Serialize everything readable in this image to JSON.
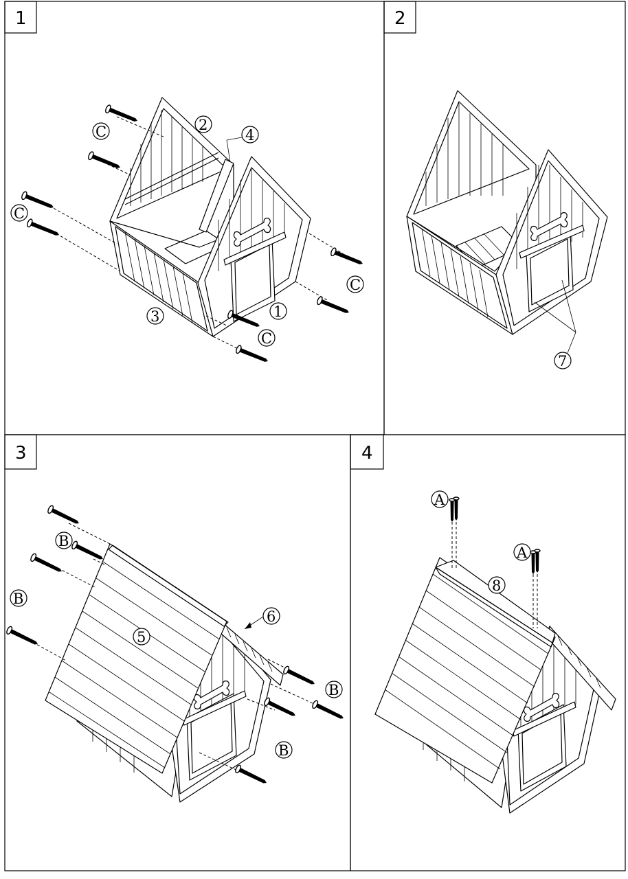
{
  "steps": [
    {
      "number": "1",
      "labels": {
        "part1": "1",
        "part2": "2",
        "part3": "3",
        "part4": "4",
        "screw_c": "C"
      }
    },
    {
      "number": "2",
      "labels": {
        "part7": "7"
      }
    },
    {
      "number": "3",
      "labels": {
        "part5": "5",
        "part6": "6",
        "screw_b": "B"
      }
    },
    {
      "number": "4",
      "labels": {
        "part8": "8",
        "screw_a": "A"
      }
    }
  ]
}
